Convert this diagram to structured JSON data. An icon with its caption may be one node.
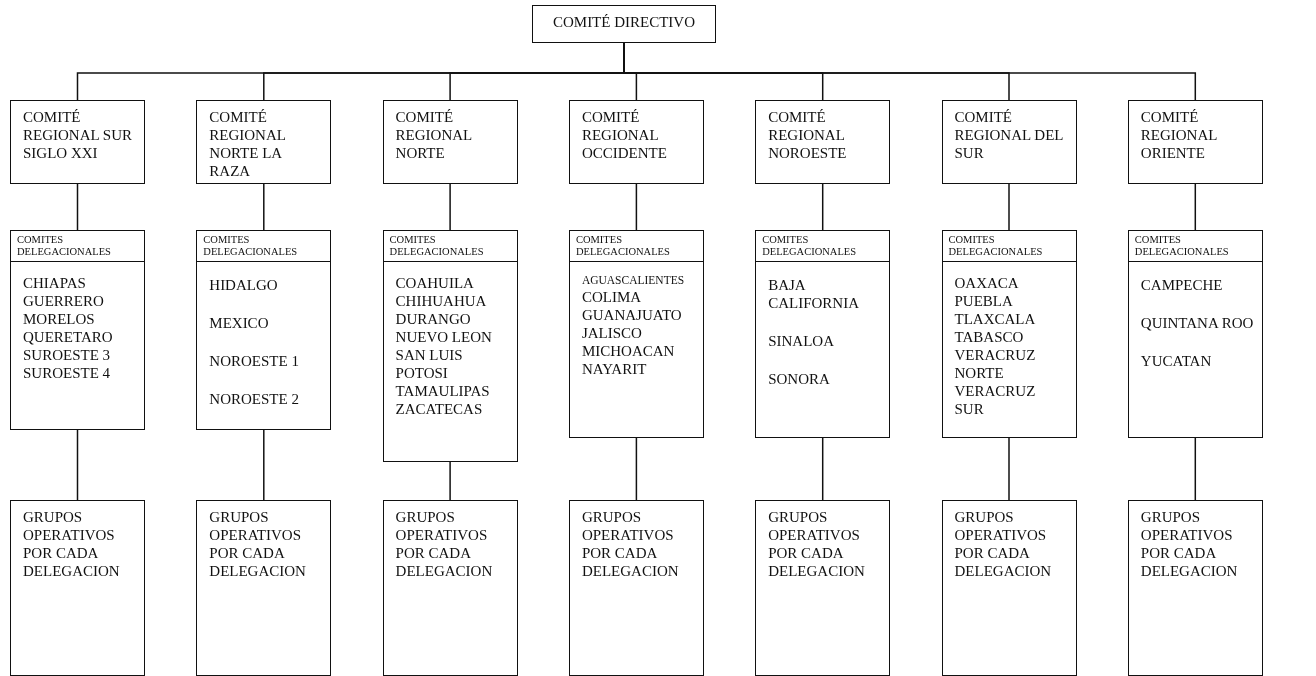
{
  "diagram": {
    "nodes": [
      {
        "text": [
          "COMITÉ DIRECTIVO"
        ]
      },
      {
        "text": [
          "COMITÉ REGIONAL SUR SIGLO XXI"
        ]
      },
      {
        "text": [
          "COMITES DELEGACIONALES",
          "CHIAPAS",
          "GUERRERO",
          "MORELOS",
          "QUERETARO",
          "SUROESTE 3",
          "SUROESTE 4"
        ]
      },
      {
        "text": [
          "GRUPOS OPERATIVOS POR CADA DELEGACION"
        ]
      },
      {
        "text": [
          "COMITÉ REGIONAL NORTE LA RAZA"
        ]
      },
      {
        "text": [
          "COMITES DELEGACIONALES",
          "HIDALGO",
          "MEXICO",
          "NOROESTE 1",
          "NOROESTE 2"
        ]
      },
      {
        "text": [
          "GRUPOS OPERATIVOS POR CADA DELEGACION"
        ]
      },
      {
        "text": [
          "COMITÉ REGIONAL NORTE"
        ]
      },
      {
        "text": [
          "COMITES DELEGACIONALES",
          "COAHUILA",
          "CHIHUAHUA",
          "DURANGO",
          "NUEVO LEON",
          "SAN LUIS POTOSI",
          "TAMAULIPAS",
          "ZACATECAS"
        ]
      },
      {
        "text": [
          "GRUPOS OPERATIVOS POR CADA DELEGACION"
        ]
      },
      {
        "text": [
          "COMITÉ REGIONAL OCCIDENTE"
        ]
      },
      {
        "text": [
          "COMITES DELEGACIONALES",
          "AGUASCALIENTES",
          "COLIMA",
          "GUANAJUATO",
          "JALISCO",
          "MICHOACAN",
          "NAYARIT"
        ]
      },
      {
        "text": [
          "GRUPOS OPERATIVOS POR CADA DELEGACION"
        ]
      },
      {
        "text": [
          "COMITÉ REGIONAL NOROESTE"
        ]
      },
      {
        "text": [
          "COMITES DELEGACIONALES",
          "BAJA CALIFORNIA",
          "SINALOA",
          "SONORA"
        ]
      },
      {
        "text": [
          "GRUPOS OPERATIVOS POR CADA DELEGACION"
        ]
      },
      {
        "text": [
          "COMITÉ REGIONAL DEL SUR"
        ]
      },
      {
        "text": [
          "COMITES DELEGACIONALES",
          "OAXACA",
          "PUEBLA",
          "TLAXCALA",
          "TABASCO",
          "VERACRUZ NORTE",
          "VERACRUZ SUR"
        ]
      },
      {
        "text": [
          "GRUPOS OPERATIVOS POR CADA DELEGACION"
        ]
      },
      {
        "text": [
          "COMITÉ REGIONAL ORIENTE"
        ]
      },
      {
        "text": [
          "COMITES DELEGACIONALES",
          "CAMPECHE",
          "QUINTANA ROO",
          "YUCATAN"
        ]
      },
      {
        "text": [
          "GRUPOS OPERATIVOS POR CADA DELEGACION"
        ]
      }
    ],
    "edges": [
      {
        "from": 0,
        "to": 1,
        "arrow": "none"
      },
      {
        "from": 0,
        "to": 4,
        "arrow": "none"
      },
      {
        "from": 0,
        "to": 7,
        "arrow": "none"
      },
      {
        "from": 0,
        "to": 10,
        "arrow": "none"
      },
      {
        "from": 0,
        "to": 13,
        "arrow": "none"
      },
      {
        "from": 0,
        "to": 16,
        "arrow": "none"
      },
      {
        "from": 0,
        "to": 19,
        "arrow": "none"
      },
      {
        "from": 1,
        "to": 2,
        "arrow": "none"
      },
      {
        "from": 2,
        "to": 3,
        "arrow": "none"
      },
      {
        "from": 4,
        "to": 5,
        "arrow": "none"
      },
      {
        "from": 5,
        "to": 6,
        "arrow": "none"
      },
      {
        "from": 7,
        "to": 8,
        "arrow": "none"
      },
      {
        "from": 8,
        "to": 9,
        "arrow": "none"
      },
      {
        "from": 10,
        "to": 11,
        "arrow": "none"
      },
      {
        "from": 11,
        "to": 12,
        "arrow": "none"
      },
      {
        "from": 13,
        "to": 14,
        "arrow": "none"
      },
      {
        "from": 14,
        "to": 15,
        "arrow": "none"
      },
      {
        "from": 16,
        "to": 17,
        "arrow": "none"
      },
      {
        "from": 17,
        "to": 18,
        "arrow": "none"
      },
      {
        "from": 19,
        "to": 20,
        "arrow": "none"
      },
      {
        "from": 20,
        "to": 21,
        "arrow": "none"
      }
    ]
  }
}
